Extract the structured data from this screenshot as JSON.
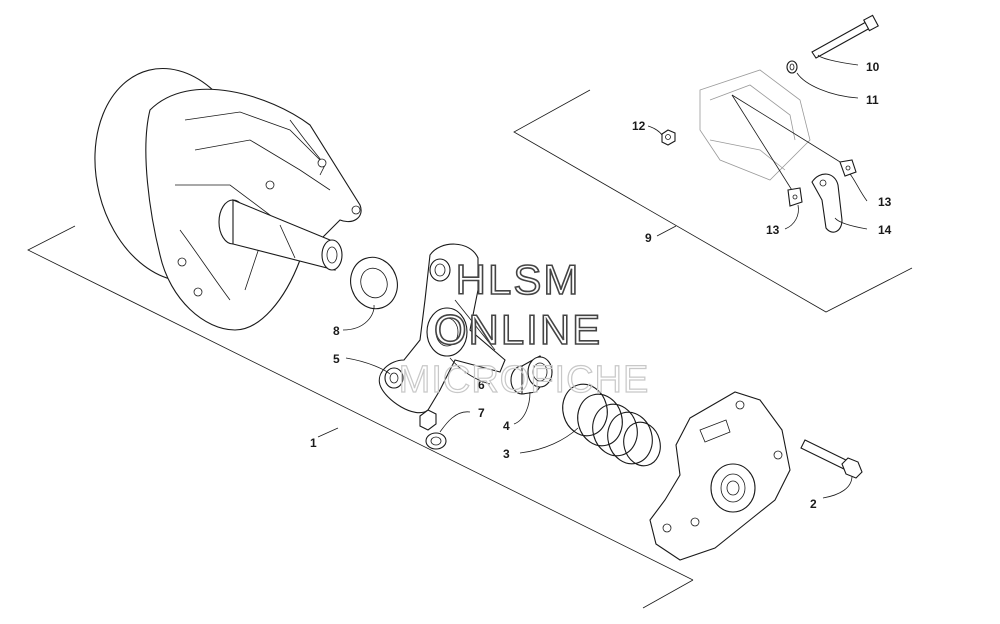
{
  "watermark": {
    "line1": "HLSM",
    "line2": "ONLINE",
    "line3": "MICROFICHE"
  },
  "callouts": [
    {
      "id": "1",
      "label": "1"
    },
    {
      "id": "2",
      "label": "2"
    },
    {
      "id": "3",
      "label": "3"
    },
    {
      "id": "4",
      "label": "4"
    },
    {
      "id": "5",
      "label": "5"
    },
    {
      "id": "6",
      "label": "6"
    },
    {
      "id": "7",
      "label": "7"
    },
    {
      "id": "8",
      "label": "8"
    },
    {
      "id": "9",
      "label": "9"
    },
    {
      "id": "10",
      "label": "10"
    },
    {
      "id": "11",
      "label": "11"
    },
    {
      "id": "12",
      "label": "12"
    },
    {
      "id": "13a",
      "label": "13"
    },
    {
      "id": "13b",
      "label": "13"
    },
    {
      "id": "14",
      "label": "14"
    }
  ]
}
